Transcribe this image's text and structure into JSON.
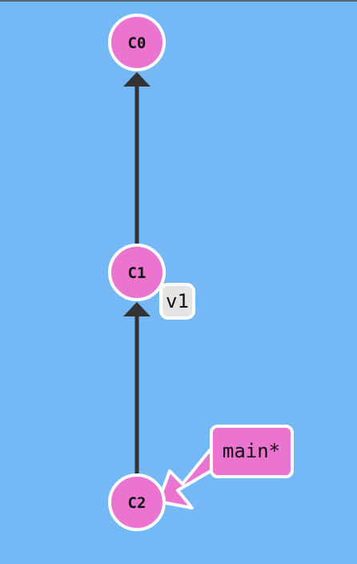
{
  "commits": [
    {
      "id": "C0"
    },
    {
      "id": "C1"
    },
    {
      "id": "C2"
    }
  ],
  "tag": {
    "label": "v1",
    "target": "C1"
  },
  "branch": {
    "label": "main*",
    "target": "C2"
  },
  "colors": {
    "background": "#74b9f5",
    "commit_fill": "#ea74cf",
    "commit_stroke": "#ffffff",
    "edge": "#333333",
    "tag_fill": "#e4e4e4",
    "branch_fill": "#ea74cf"
  }
}
